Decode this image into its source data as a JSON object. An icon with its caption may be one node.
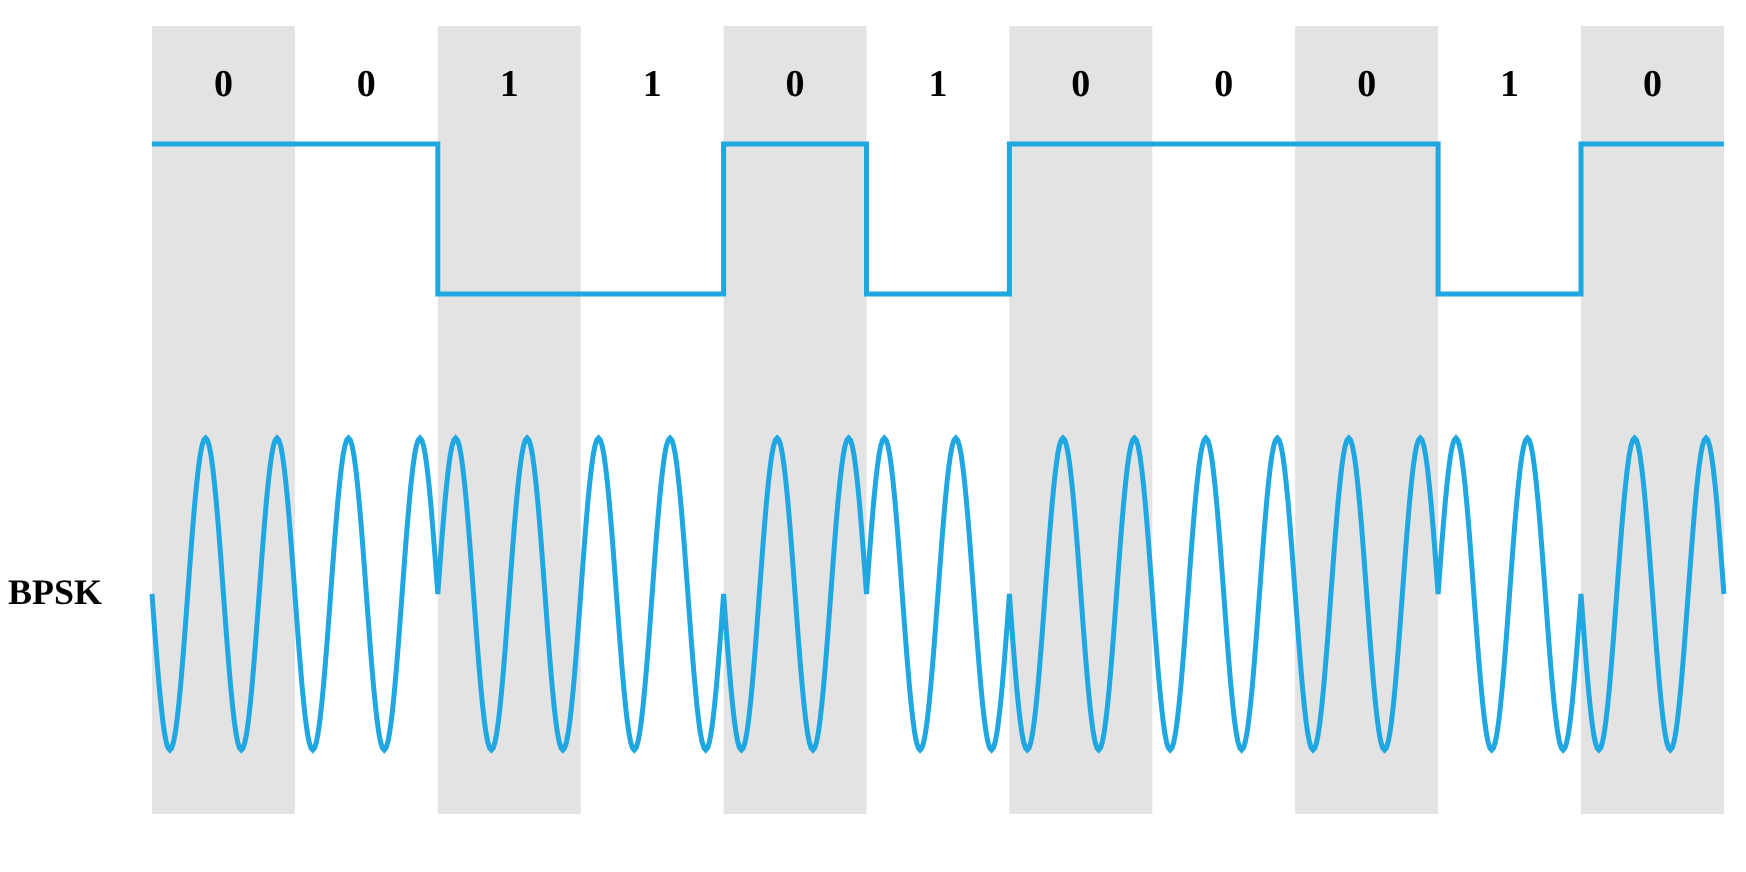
{
  "diagram": {
    "labels": [
      "0",
      "0",
      "1",
      "1",
      "0",
      "1",
      "0",
      "0",
      "0",
      "1",
      "0",
      "BPSK"
    ]
  }
}
